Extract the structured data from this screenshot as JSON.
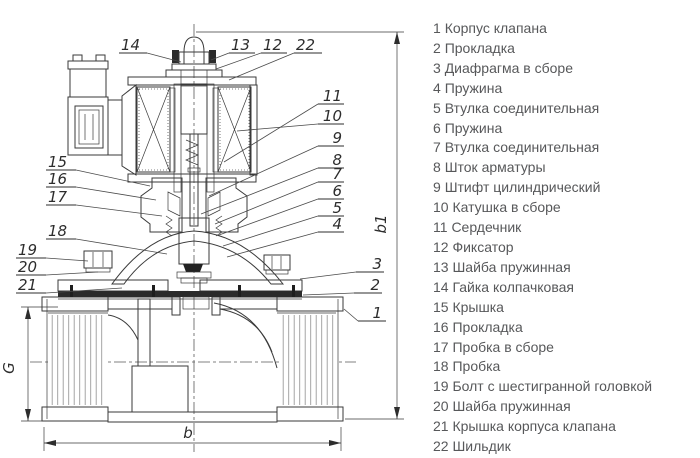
{
  "figure": {
    "description": "Cross-section technical drawing of a solenoid valve with numbered callouts",
    "nums": [
      "1",
      "2",
      "3",
      "4",
      "5",
      "6",
      "7",
      "8",
      "9",
      "10",
      "11",
      "12",
      "13",
      "14",
      "15",
      "16",
      "17",
      "18",
      "19",
      "20",
      "21",
      "22"
    ],
    "dimensions": {
      "overall_height": "b1",
      "overall_width": "b",
      "port_size": "G"
    },
    "colors": {
      "line": "#3a3a3a",
      "list_text": "#57585a",
      "background": "#ffffff"
    }
  },
  "parts_list": {
    "items": [
      {
        "num": "1",
        "name": "Корпус клапана"
      },
      {
        "num": "2",
        "name": "Прокладка"
      },
      {
        "num": "3",
        "name": "Диафрагма в сборе"
      },
      {
        "num": "4",
        "name": "Пружина"
      },
      {
        "num": "5",
        "name": "Втулка соединительная"
      },
      {
        "num": "6",
        "name": "Пружина"
      },
      {
        "num": "7",
        "name": "Втулка соединительная"
      },
      {
        "num": "8",
        "name": "Шток арматуры"
      },
      {
        "num": "9",
        "name": "Штифт цилиндрический"
      },
      {
        "num": "10",
        "name": "Катушка в сборе"
      },
      {
        "num": "11",
        "name": "Сердечник"
      },
      {
        "num": "12",
        "name": "Фиксатор"
      },
      {
        "num": "13",
        "name": "Шайба пружинная"
      },
      {
        "num": "14",
        "name": "Гайка колпачковая"
      },
      {
        "num": "15",
        "name": "Крышка"
      },
      {
        "num": "16",
        "name": "Прокладка"
      },
      {
        "num": "17",
        "name": "Пробка в сборе"
      },
      {
        "num": "18",
        "name": "Пробка"
      },
      {
        "num": "19",
        "name": "Болт с шестигранной головкой"
      },
      {
        "num": "20",
        "name": "Шайба пружинная"
      },
      {
        "num": "21",
        "name": "Крышка корпуса клапана"
      },
      {
        "num": "22",
        "name": "Шильдик"
      }
    ]
  }
}
